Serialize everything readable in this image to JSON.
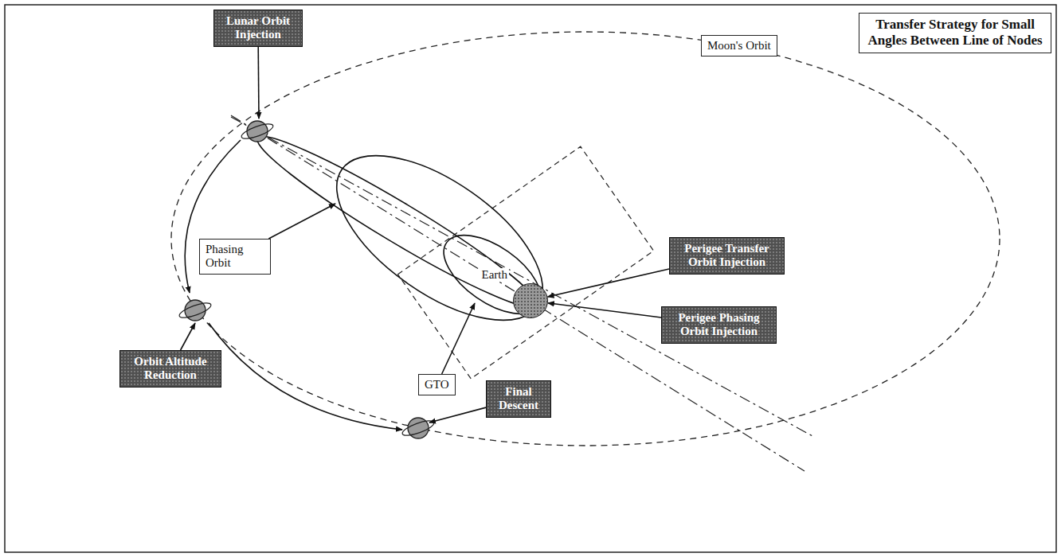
{
  "diagram": {
    "title": "Transfer Strategy for Small Angles Between Line of Nodes",
    "nodes": [
      {
        "text": [
          "Moon's Orbit"
        ]
      },
      {
        "text": [
          "Lunar Orbit Injection"
        ]
      },
      {
        "text": [
          "Perigee Transfer Orbit Injection"
        ]
      },
      {
        "text": [
          "Phasing Orbit"
        ]
      },
      {
        "text": [
          "Earth"
        ]
      },
      {
        "text": [
          "GTO"
        ]
      },
      {
        "text": [
          "Perigee Phasing Orbit Injection"
        ]
      },
      {
        "text": [
          "Orbit Altitude Reduction"
        ]
      },
      {
        "text": [
          "Final Descent"
        ]
      }
    ],
    "edges": [
      {
        "from": 2,
        "to": 4,
        "arrow": "to"
      },
      {
        "from": 6,
        "to": 4,
        "arrow": "to"
      }
    ]
  }
}
